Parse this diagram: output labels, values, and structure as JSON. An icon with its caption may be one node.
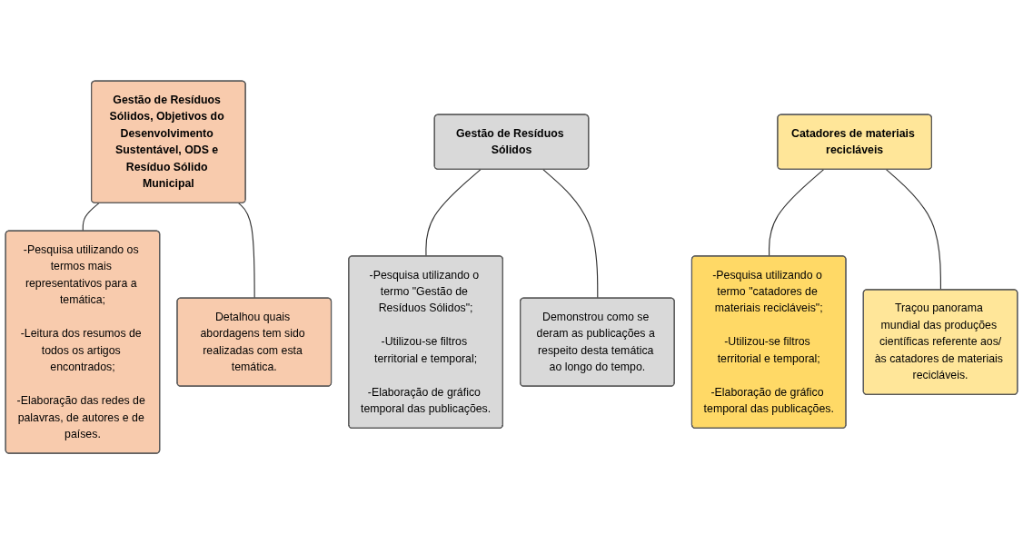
{
  "diagram": {
    "nodes": [
      {
        "text": [
          "Gestão de Resíduos Sólidos, Objetivos do Desenvolvimento Sustentável, ODS e Resíduo Sólido Municipal"
        ]
      },
      {
        "text": [
          "-Pesquisa utilizando os termos mais representativos para a temática;",
          "-Leitura dos resumos de todos os artigos encontrados;",
          "-Elaboração das redes de palavras, de autores e de países."
        ]
      },
      {
        "text": [
          "Detalhou quais abordagens tem sido realizadas com esta temática."
        ]
      },
      {
        "text": [
          "Gestão de Resíduos Sólidos"
        ]
      },
      {
        "text": [
          "-Pesquisa utilizando o termo \"Gestão de Resíduos Sólidos\";",
          "-Utilizou-se filtros territorial e temporal;",
          "-Elaboração de gráfico temporal das publicações."
        ]
      },
      {
        "text": [
          "Demonstrou como se deram as publicações a respeito desta temática ao longo do tempo."
        ]
      },
      {
        "text": [
          "Catadores de materiais recicláveis"
        ]
      },
      {
        "text": [
          "-Pesquisa utilizando o termo \"catadores de materiais recicláveis\";",
          "-Utilizou-se filtros territorial e temporal;",
          "-Elaboração de gráfico temporal das publicações."
        ]
      },
      {
        "text": [
          "Traçou panorama mundial das produções científicas referente aos/às catadores de materiais recicláveis."
        ]
      }
    ],
    "edges": [
      {
        "from": 0,
        "to": 1,
        "arrow": "none"
      },
      {
        "from": 0,
        "to": 2,
        "arrow": "none"
      },
      {
        "from": 3,
        "to": 4,
        "arrow": "none"
      },
      {
        "from": 3,
        "to": 5,
        "arrow": "none"
      },
      {
        "from": 6,
        "to": 7,
        "arrow": "none"
      },
      {
        "from": 6,
        "to": 8,
        "arrow": "none"
      }
    ]
  }
}
